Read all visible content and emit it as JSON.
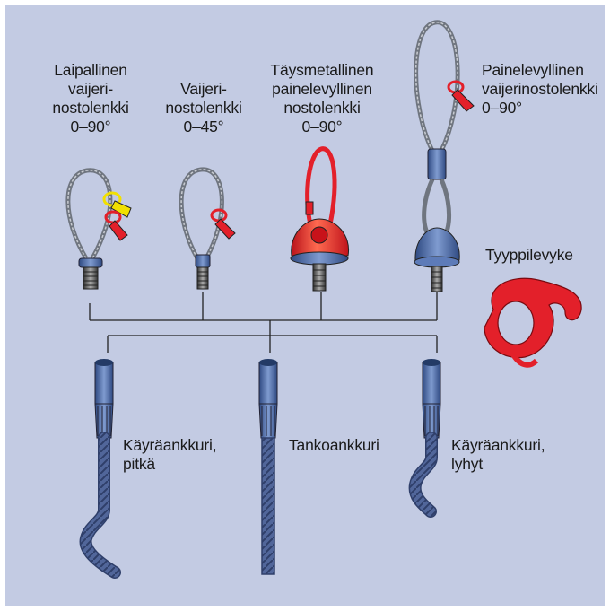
{
  "top_labels": {
    "laipallinen": [
      "Laipallinen",
      "vaijeri-",
      "nostolenkki",
      "0–90°"
    ],
    "vaijeri": [
      "Vaijeri-",
      "nostolenkki",
      "0–45°"
    ],
    "taysmetallinen": [
      "Täysmetallinen",
      "painelevyllinen",
      "nostolenkki",
      "0–90°"
    ],
    "painelevyllinen": [
      "Painelevyllinen",
      "vaijerinostolenkki",
      "0–90°"
    ]
  },
  "tyyppilevyke": "Tyyppilevyke",
  "anchor_labels": {
    "kayra_pitka": [
      "Käyräankkuri,",
      "pitkä"
    ],
    "tanko": [
      "Tankoankkuri"
    ],
    "kayra_lyhyt": [
      "Käyräankkuri,",
      "lyhyt"
    ]
  },
  "colors": {
    "background": "#c3cbe3",
    "red": "#e3202a",
    "steel_blue": "#4a6aa8",
    "rebar": "#5a6e9e",
    "wire": "#8a8f98",
    "line": "#222222"
  }
}
